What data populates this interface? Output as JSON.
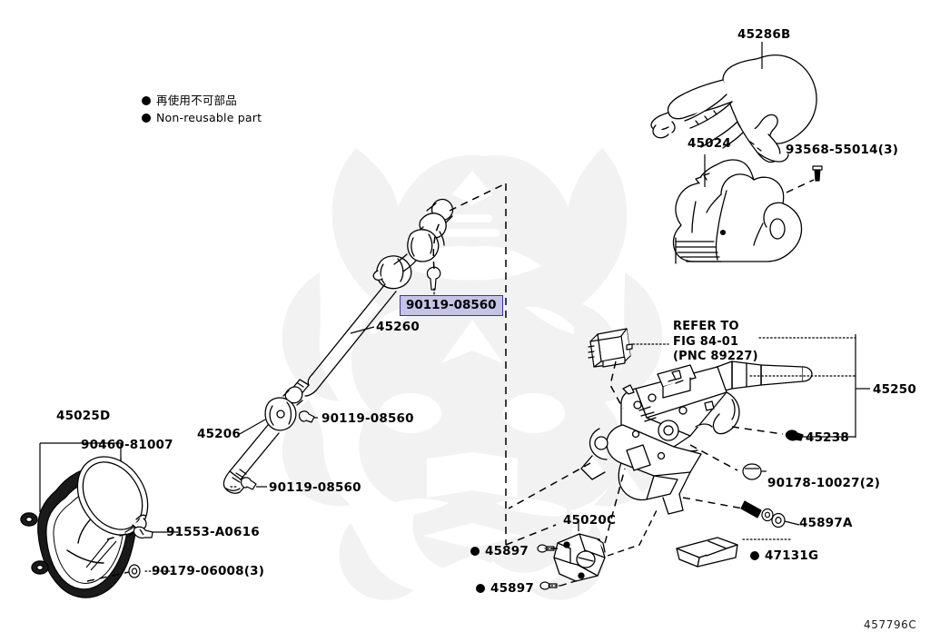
{
  "page": {
    "background_color": "#ffffff",
    "ink_color": "#000000",
    "highlight_fill": "#c6c4e6",
    "highlight_border": "#3b35a8",
    "watermark_color": "#f2f2f2",
    "drawing_code": "457796C"
  },
  "legend": {
    "japanese": "再使用不可部品",
    "english": "Non-reusable part",
    "marker": "filled-circle-bullet"
  },
  "labels": {
    "upper_cover": "45286B",
    "lower_cover": "45024",
    "cover_screw": "93568-55014(3)",
    "intermediate_shaft": "45260",
    "highlighted_bolt": "90119-08560",
    "lower_shaft": "45206",
    "lower_shaft_bolt_upper": "90119-08560",
    "lower_shaft_bolt_lower": "90119-08560",
    "hole_cover_assy": "45025D",
    "seal_ring": "90460-81007",
    "seal_screw": "91553-A0616",
    "seal_nut": "90179-06008(3)",
    "refer_to_line1": "REFER TO",
    "refer_to_line2": "FIG 84-01",
    "refer_to_line3": "(PNC 89227)",
    "column_assy": "45250",
    "column_bracket": "45238",
    "column_nut": "90178-10027(2)",
    "tilt_bolt": "45897A",
    "bracket_45020c": "45020C",
    "bolt_45897_upper": "45897",
    "bolt_45897_lower": "45897",
    "shim_47131g": "47131G"
  },
  "bulleted_parts": [
    "45897",
    "45897",
    "47131G"
  ]
}
